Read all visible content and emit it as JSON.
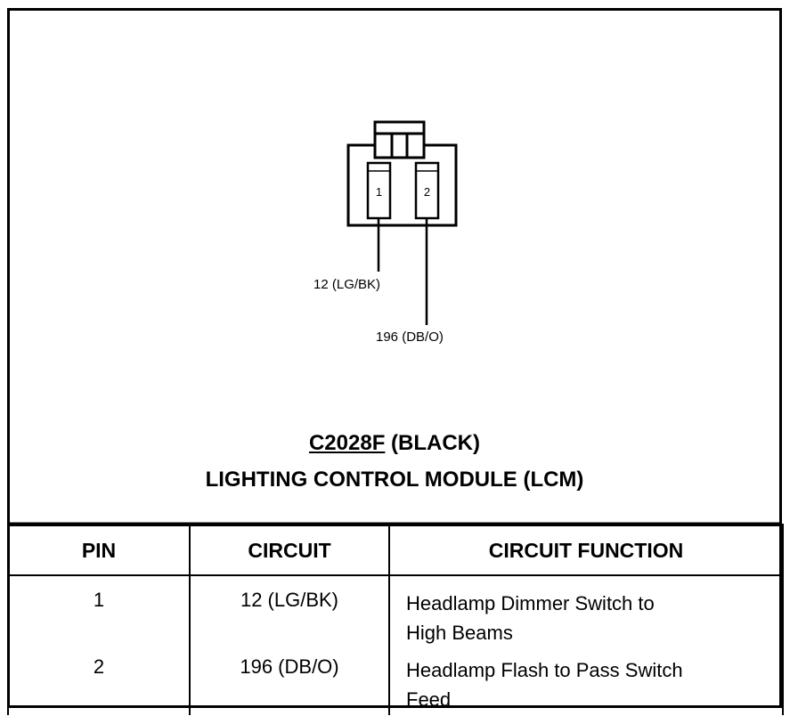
{
  "connector": {
    "code": "C2028F",
    "color_label": "(BLACK)",
    "module_name": "LIGHTING CONTROL MODULE (LCM)",
    "pin_numbers": [
      "1",
      "2"
    ],
    "wire_labels": [
      "12 (LG/BK)",
      "196 (DB/O)"
    ]
  },
  "table": {
    "headers": {
      "pin": "PIN",
      "circuit": "CIRCUIT",
      "function": "CIRCUIT FUNCTION"
    },
    "rows": [
      {
        "pin": "1",
        "circuit": "12 (LG/BK)",
        "function_line1": "Headlamp Dimmer Switch to",
        "function_line2": "High Beams"
      },
      {
        "pin": "2",
        "circuit": "196 (DB/O)",
        "function_line1": "Headlamp Flash to Pass Switch",
        "function_line2": "Feed"
      }
    ]
  }
}
